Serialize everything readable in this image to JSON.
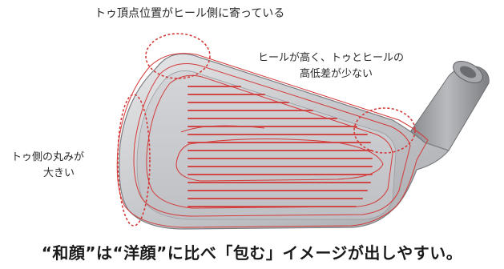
{
  "annotations": {
    "toe_apex": "トゥ頂点位置がヒール側に寄っている",
    "heel_toe_line1": "ヒールが高く、トゥとヒールの",
    "heel_toe_line2": "高低差が少ない",
    "toe_round_line1": "トゥ側の丸みが",
    "toe_round_line2": "大きい"
  },
  "caption": "“和顔”は“洋顔”に比べ「包む」イメージが出しやすい。",
  "colors": {
    "outline_red": "#d43a3a",
    "score_line": "#d04848",
    "circle": "#d43a3a",
    "head_fill": "#c8c9cc",
    "hosel_fill": "#9fa1a4"
  },
  "icons": [
    "iron-club-head-illustration"
  ]
}
